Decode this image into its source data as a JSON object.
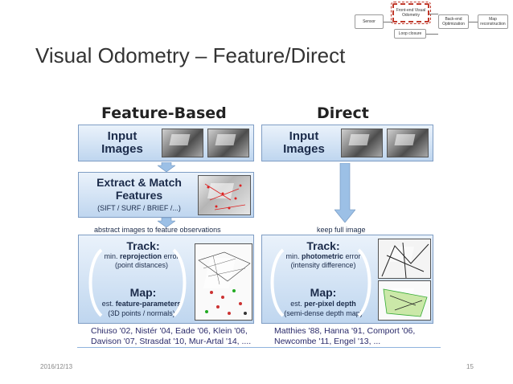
{
  "pipeline": {
    "sensor": "Sensor",
    "frontend": "Front-end Visual Odometry",
    "backend": "Back-end Optimization",
    "map": "Map reconstruction",
    "loop": "Loop closure"
  },
  "title": "Visual Odometry – Feature/Direct",
  "feature": {
    "heading": "Feature-Based",
    "input": "Input Images",
    "extract_title": "Extract & Match Features",
    "extract_sub": "(SIFT / SURF / BRIEF /...)",
    "abstract": "abstract images to feature observations",
    "track_title": "Track:",
    "track_pre": "min. ",
    "track_bold": "reprojection",
    "track_post": " error",
    "track_note": "(point distances)",
    "map_title": "Map:",
    "map_pre": "est. ",
    "map_bold": "feature-parameters",
    "map_note": "(3D points / normals)",
    "refs_line1": "Chiuso '02, Nistér '04, Eade '06, Klein '06,",
    "refs_line2": "Davison '07, Strasdat '10, Mur-Artal '14, ...."
  },
  "direct": {
    "heading": "Direct",
    "input": "Input Images",
    "keep": "keep full image",
    "track_title": "Track:",
    "track_pre": "min. ",
    "track_bold": "photometric",
    "track_post": " error",
    "track_note": "(intensity difference)",
    "map_title": "Map:",
    "map_pre": "est. ",
    "map_bold": "per-pixel depth",
    "map_note": "(semi-dense depth map)",
    "refs_line1": "Matthies '88, Hanna '91, Comport '06,",
    "refs_line2": "Newcombe '11, Engel '13, ..."
  },
  "footer": {
    "date": "2016/12/13",
    "page": "15"
  },
  "colors": {
    "panel_border": "#7f9dc4",
    "panel_top": "#eaf2fb",
    "panel_bottom": "#bfd6ef",
    "highlight": "#c0392b",
    "arrow": "#9cc0e6"
  }
}
